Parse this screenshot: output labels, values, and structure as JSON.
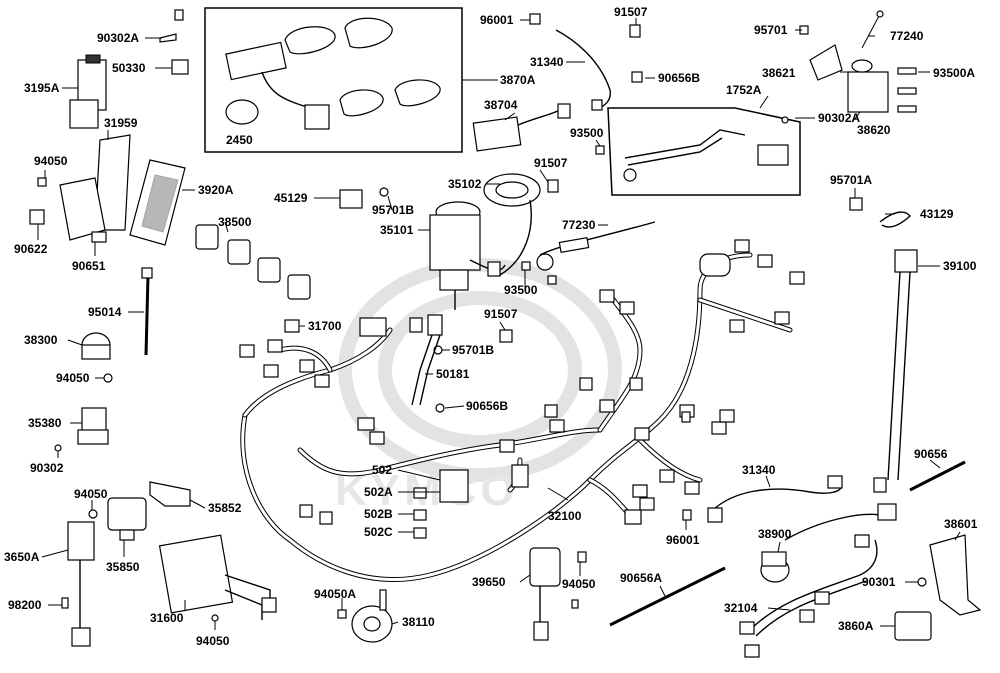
{
  "brand": {
    "watermark": "KYMCO"
  },
  "labels": [
    {
      "id": "96001-top",
      "text": "96001"
    },
    {
      "id": "91507-top",
      "text": "91507"
    },
    {
      "id": "95701",
      "text": "95701"
    },
    {
      "id": "77240",
      "text": "77240"
    },
    {
      "id": "90302A-top",
      "text": "90302A"
    },
    {
      "id": "50330",
      "text": "50330"
    },
    {
      "id": "3195A",
      "text": "3195A"
    },
    {
      "id": "3870A",
      "text": "3870A"
    },
    {
      "id": "2450",
      "text": "2450"
    },
    {
      "id": "31340-top",
      "text": "31340"
    },
    {
      "id": "90656B-top",
      "text": "90656B"
    },
    {
      "id": "38621",
      "text": "38621"
    },
    {
      "id": "93500A",
      "text": "93500A"
    },
    {
      "id": "1752A",
      "text": "1752A"
    },
    {
      "id": "38704",
      "text": "38704"
    },
    {
      "id": "90302A-right",
      "text": "90302A"
    },
    {
      "id": "38620",
      "text": "38620"
    },
    {
      "id": "31959",
      "text": "31959"
    },
    {
      "id": "93500-top",
      "text": "93500"
    },
    {
      "id": "94050-left",
      "text": "94050"
    },
    {
      "id": "91507-mid",
      "text": "91507"
    },
    {
      "id": "35102",
      "text": "35102"
    },
    {
      "id": "3920A",
      "text": "3920A"
    },
    {
      "id": "45129",
      "text": "45129"
    },
    {
      "id": "95701B-top",
      "text": "95701B"
    },
    {
      "id": "95701A",
      "text": "95701A"
    },
    {
      "id": "43129",
      "text": "43129"
    },
    {
      "id": "38500",
      "text": "38500"
    },
    {
      "id": "35101",
      "text": "35101"
    },
    {
      "id": "77230",
      "text": "77230"
    },
    {
      "id": "90622",
      "text": "90622"
    },
    {
      "id": "90651",
      "text": "90651"
    },
    {
      "id": "39100",
      "text": "39100"
    },
    {
      "id": "93500-mid",
      "text": "93500"
    },
    {
      "id": "95014",
      "text": "95014"
    },
    {
      "id": "31700",
      "text": "31700"
    },
    {
      "id": "91507-low",
      "text": "91507"
    },
    {
      "id": "38300",
      "text": "38300"
    },
    {
      "id": "95701B-mid",
      "text": "95701B"
    },
    {
      "id": "94050-mid-left",
      "text": "94050"
    },
    {
      "id": "50181",
      "text": "50181"
    },
    {
      "id": "90656B-mid",
      "text": "90656B"
    },
    {
      "id": "35380",
      "text": "35380"
    },
    {
      "id": "90302",
      "text": "90302"
    },
    {
      "id": "90656",
      "text": "90656"
    },
    {
      "id": "502",
      "text": "502"
    },
    {
      "id": "502A",
      "text": "502A"
    },
    {
      "id": "31340-mid",
      "text": "31340"
    },
    {
      "id": "94050-upper-low",
      "text": "94050"
    },
    {
      "id": "35852",
      "text": "35852"
    },
    {
      "id": "32100",
      "text": "32100"
    },
    {
      "id": "502B",
      "text": "502B"
    },
    {
      "id": "502C",
      "text": "502C"
    },
    {
      "id": "96001-low",
      "text": "96001"
    },
    {
      "id": "38601",
      "text": "38601"
    },
    {
      "id": "3650A",
      "text": "3650A"
    },
    {
      "id": "35850",
      "text": "35850"
    },
    {
      "id": "38900",
      "text": "38900"
    },
    {
      "id": "39650",
      "text": "39650"
    },
    {
      "id": "94050-right-low",
      "text": "94050"
    },
    {
      "id": "90656A",
      "text": "90656A"
    },
    {
      "id": "90301",
      "text": "90301"
    },
    {
      "id": "98200",
      "text": "98200"
    },
    {
      "id": "94050A",
      "text": "94050A"
    },
    {
      "id": "32104",
      "text": "32104"
    },
    {
      "id": "31600",
      "text": "31600"
    },
    {
      "id": "38110",
      "text": "38110"
    },
    {
      "id": "3860A",
      "text": "3860A"
    },
    {
      "id": "94050-bottom",
      "text": "94050"
    }
  ]
}
